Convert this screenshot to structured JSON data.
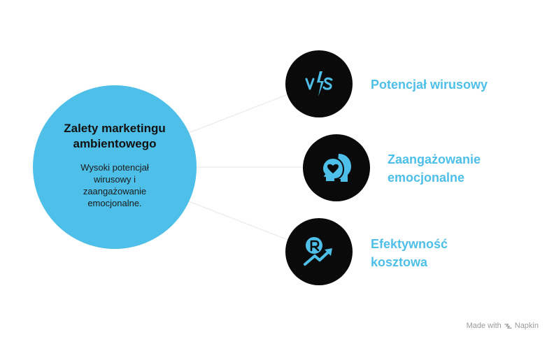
{
  "main": {
    "title": "Zalety marketingu ambientowego",
    "description": "Wysoki potencjał wirusowy i zaangażowanie emocjonalne."
  },
  "nodes": [
    {
      "label": "Potencjał wirusowy",
      "icon": "viral-vs-icon"
    },
    {
      "label": "Zaangażowanie emocjonalne",
      "icon": "heart-heads-icon"
    },
    {
      "label": "Efektywność kosztowa",
      "icon": "coin-growth-icon"
    }
  ],
  "footer": {
    "made_with": "Made with",
    "brand": "Napkin"
  },
  "colors": {
    "accent": "#4DBFE8",
    "node_bg": "#0a0a0a",
    "footer": "#9a9a9a"
  }
}
